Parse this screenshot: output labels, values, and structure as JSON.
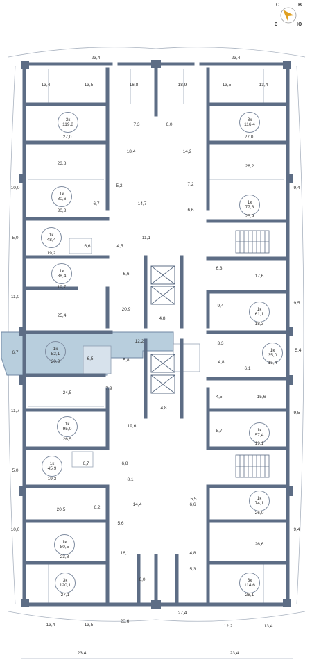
{
  "compass": {
    "north": "С",
    "east": "В",
    "west": "З",
    "south": "Ю",
    "accent": "#e0a020"
  },
  "colors": {
    "wall": "#5d6d85",
    "highlight": "#b8cedd",
    "line": "#9aa6b6"
  },
  "dims": {
    "t1": "23,4",
    "t2": "23,4",
    "b1": "23,4",
    "b2": "23,4"
  },
  "apartments": [
    {
      "rooms": "3к",
      "area": "119,8"
    },
    {
      "rooms": "3к",
      "area": "116,4"
    },
    {
      "rooms": "1к",
      "area": "80,6"
    },
    {
      "rooms": "1к",
      "area": "77,3"
    },
    {
      "rooms": "1к",
      "area": "48,4"
    },
    {
      "rooms": "1к",
      "area": "88,4"
    },
    {
      "rooms": "1к",
      "area": "61,1"
    },
    {
      "rooms": "1к",
      "area": "52,1"
    },
    {
      "rooms": "1к",
      "area": "35,0"
    },
    {
      "rooms": "1к",
      "area": "95,0"
    },
    {
      "rooms": "1к",
      "area": "57,4"
    },
    {
      "rooms": "1к",
      "area": "45,9"
    },
    {
      "rooms": "1к",
      "area": "74,1"
    },
    {
      "rooms": "1к",
      "area": "80,5"
    },
    {
      "rooms": "3к",
      "area": "120,1"
    },
    {
      "rooms": "3к",
      "area": "114,6"
    }
  ],
  "room_areas": [
    "13,4",
    "13,5",
    "16,8",
    "18,9",
    "13,5",
    "13,4",
    "7,3",
    "6,0",
    "27,0",
    "27,0",
    "18,4",
    "14,2",
    "23,8",
    "28,2",
    "5,2",
    "7,2",
    "10,0",
    "9,4",
    "20,2",
    "6,7",
    "14,7",
    "6,6",
    "25,9",
    "5,0",
    "6,6",
    "4,5",
    "11,1",
    "19,2",
    "6,6",
    "6,3",
    "17,6",
    "19,7",
    "11,0",
    "20,9",
    "9,4",
    "9,5",
    "25,4",
    "4,8",
    "18,3",
    "12,2",
    "3,3",
    "6,7",
    "5,4",
    "6,5",
    "5,8",
    "4,8",
    "6,1",
    "20,9",
    "15,4",
    "7,9",
    "24,5",
    "4,5",
    "15,6",
    "4,8",
    "11,7",
    "9,5",
    "19,6",
    "8,7",
    "26,5",
    "19,1",
    "6,7",
    "6,8",
    "5,0",
    "19,3",
    "8,1",
    "5,5",
    "14,4",
    "6,2",
    "20,5",
    "6,6",
    "26,0",
    "5,6",
    "10,0",
    "9,4",
    "16,1",
    "4,8",
    "26,6",
    "23,8",
    "5,3",
    "6,0",
    "27,1",
    "28,1",
    "20,6",
    "27,4",
    "13,4",
    "13,5",
    "12,2",
    "13,4"
  ]
}
